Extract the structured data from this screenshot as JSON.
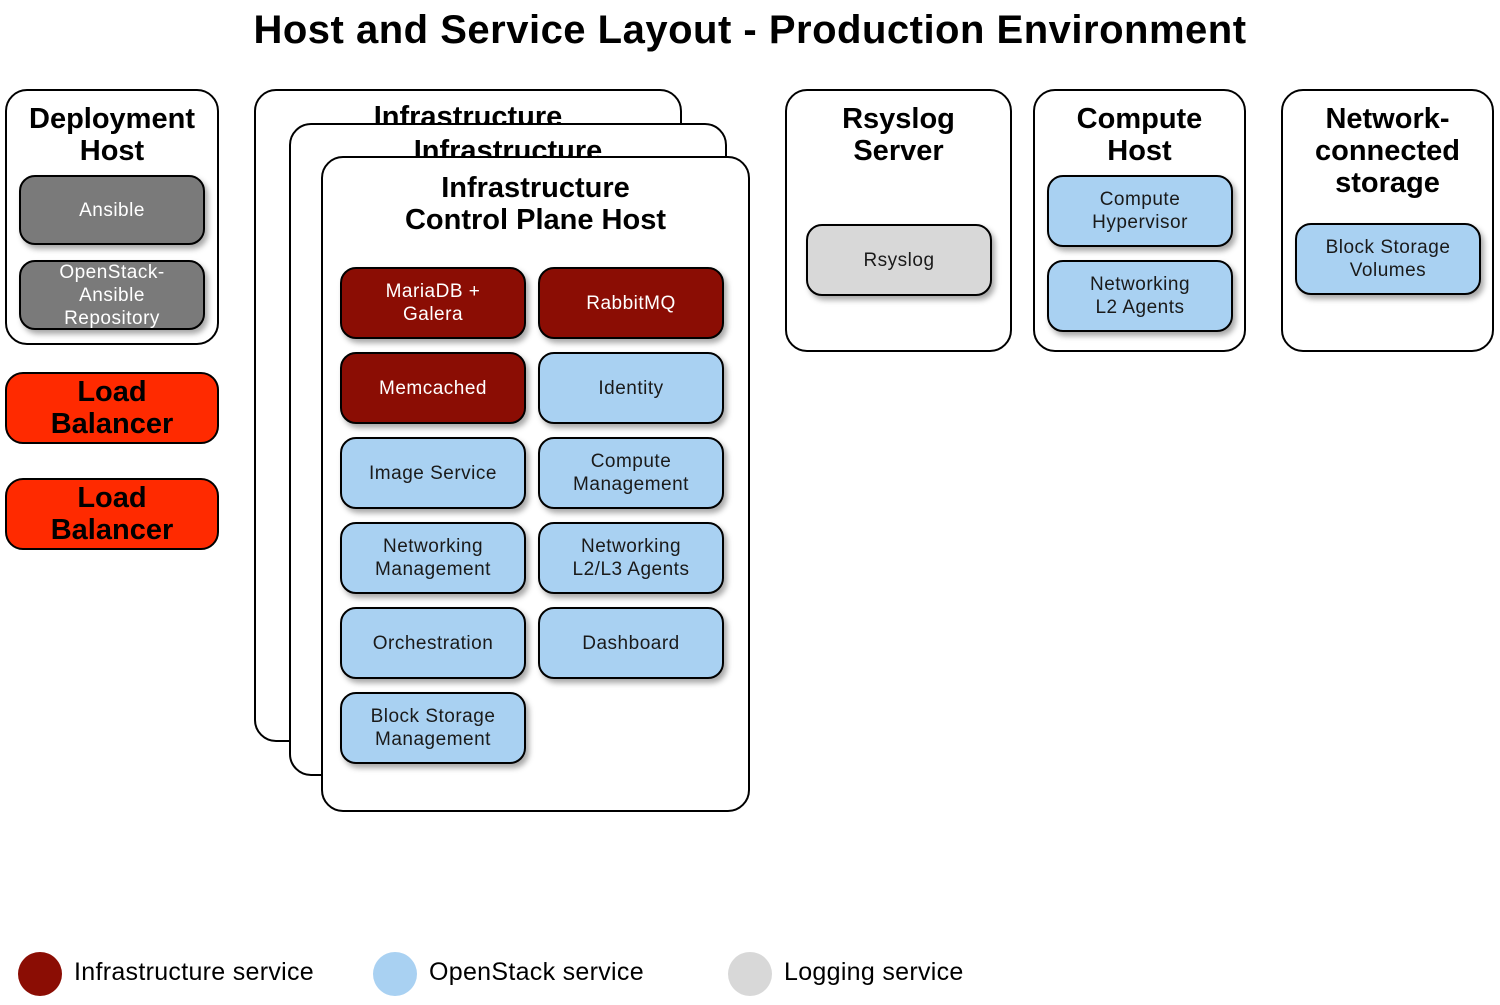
{
  "title": "Host and Service Layout - Production Environment",
  "colors": {
    "infrastructure": "#8b0d04",
    "openstack": "#a9d1f2",
    "logging": "#d8d8d8",
    "deployment": "#7a7a7a",
    "load_balancer": "#ff2a00"
  },
  "deployment_host": {
    "title": "Deployment\nHost",
    "services": [
      "Ansible",
      "OpenStack-\nAnsible\nRepository"
    ]
  },
  "load_balancers": [
    "Load\nBalancer",
    "Load\nBalancer"
  ],
  "infra_stack": {
    "back_title_1": "Infrastructure",
    "back_title_2": "Infrastructure",
    "title": "Infrastructure\nControl Plane Host",
    "services": [
      "MariaDB +\nGalera",
      "RabbitMQ",
      "Memcached",
      "Identity",
      "Image Service",
      "Compute\nManagement",
      "Networking\nManagement",
      "Networking\nL2/L3 Agents",
      "Orchestration",
      "Dashboard",
      "Block Storage\nManagement"
    ]
  },
  "rsyslog_server": {
    "title": "Rsyslog\nServer",
    "services": [
      "Rsyslog"
    ]
  },
  "compute_host": {
    "title": "Compute\nHost",
    "services": [
      "Compute\nHypervisor",
      "Networking\nL2 Agents"
    ]
  },
  "storage_host": {
    "title": "Network-\nconnected\nstorage",
    "services": [
      "Block Storage\nVolumes"
    ]
  },
  "legend": [
    {
      "label": "Infrastructure service",
      "color": "#8b0d04"
    },
    {
      "label": "OpenStack service",
      "color": "#a9d1f2"
    },
    {
      "label": "Logging service",
      "color": "#d8d8d8"
    }
  ]
}
